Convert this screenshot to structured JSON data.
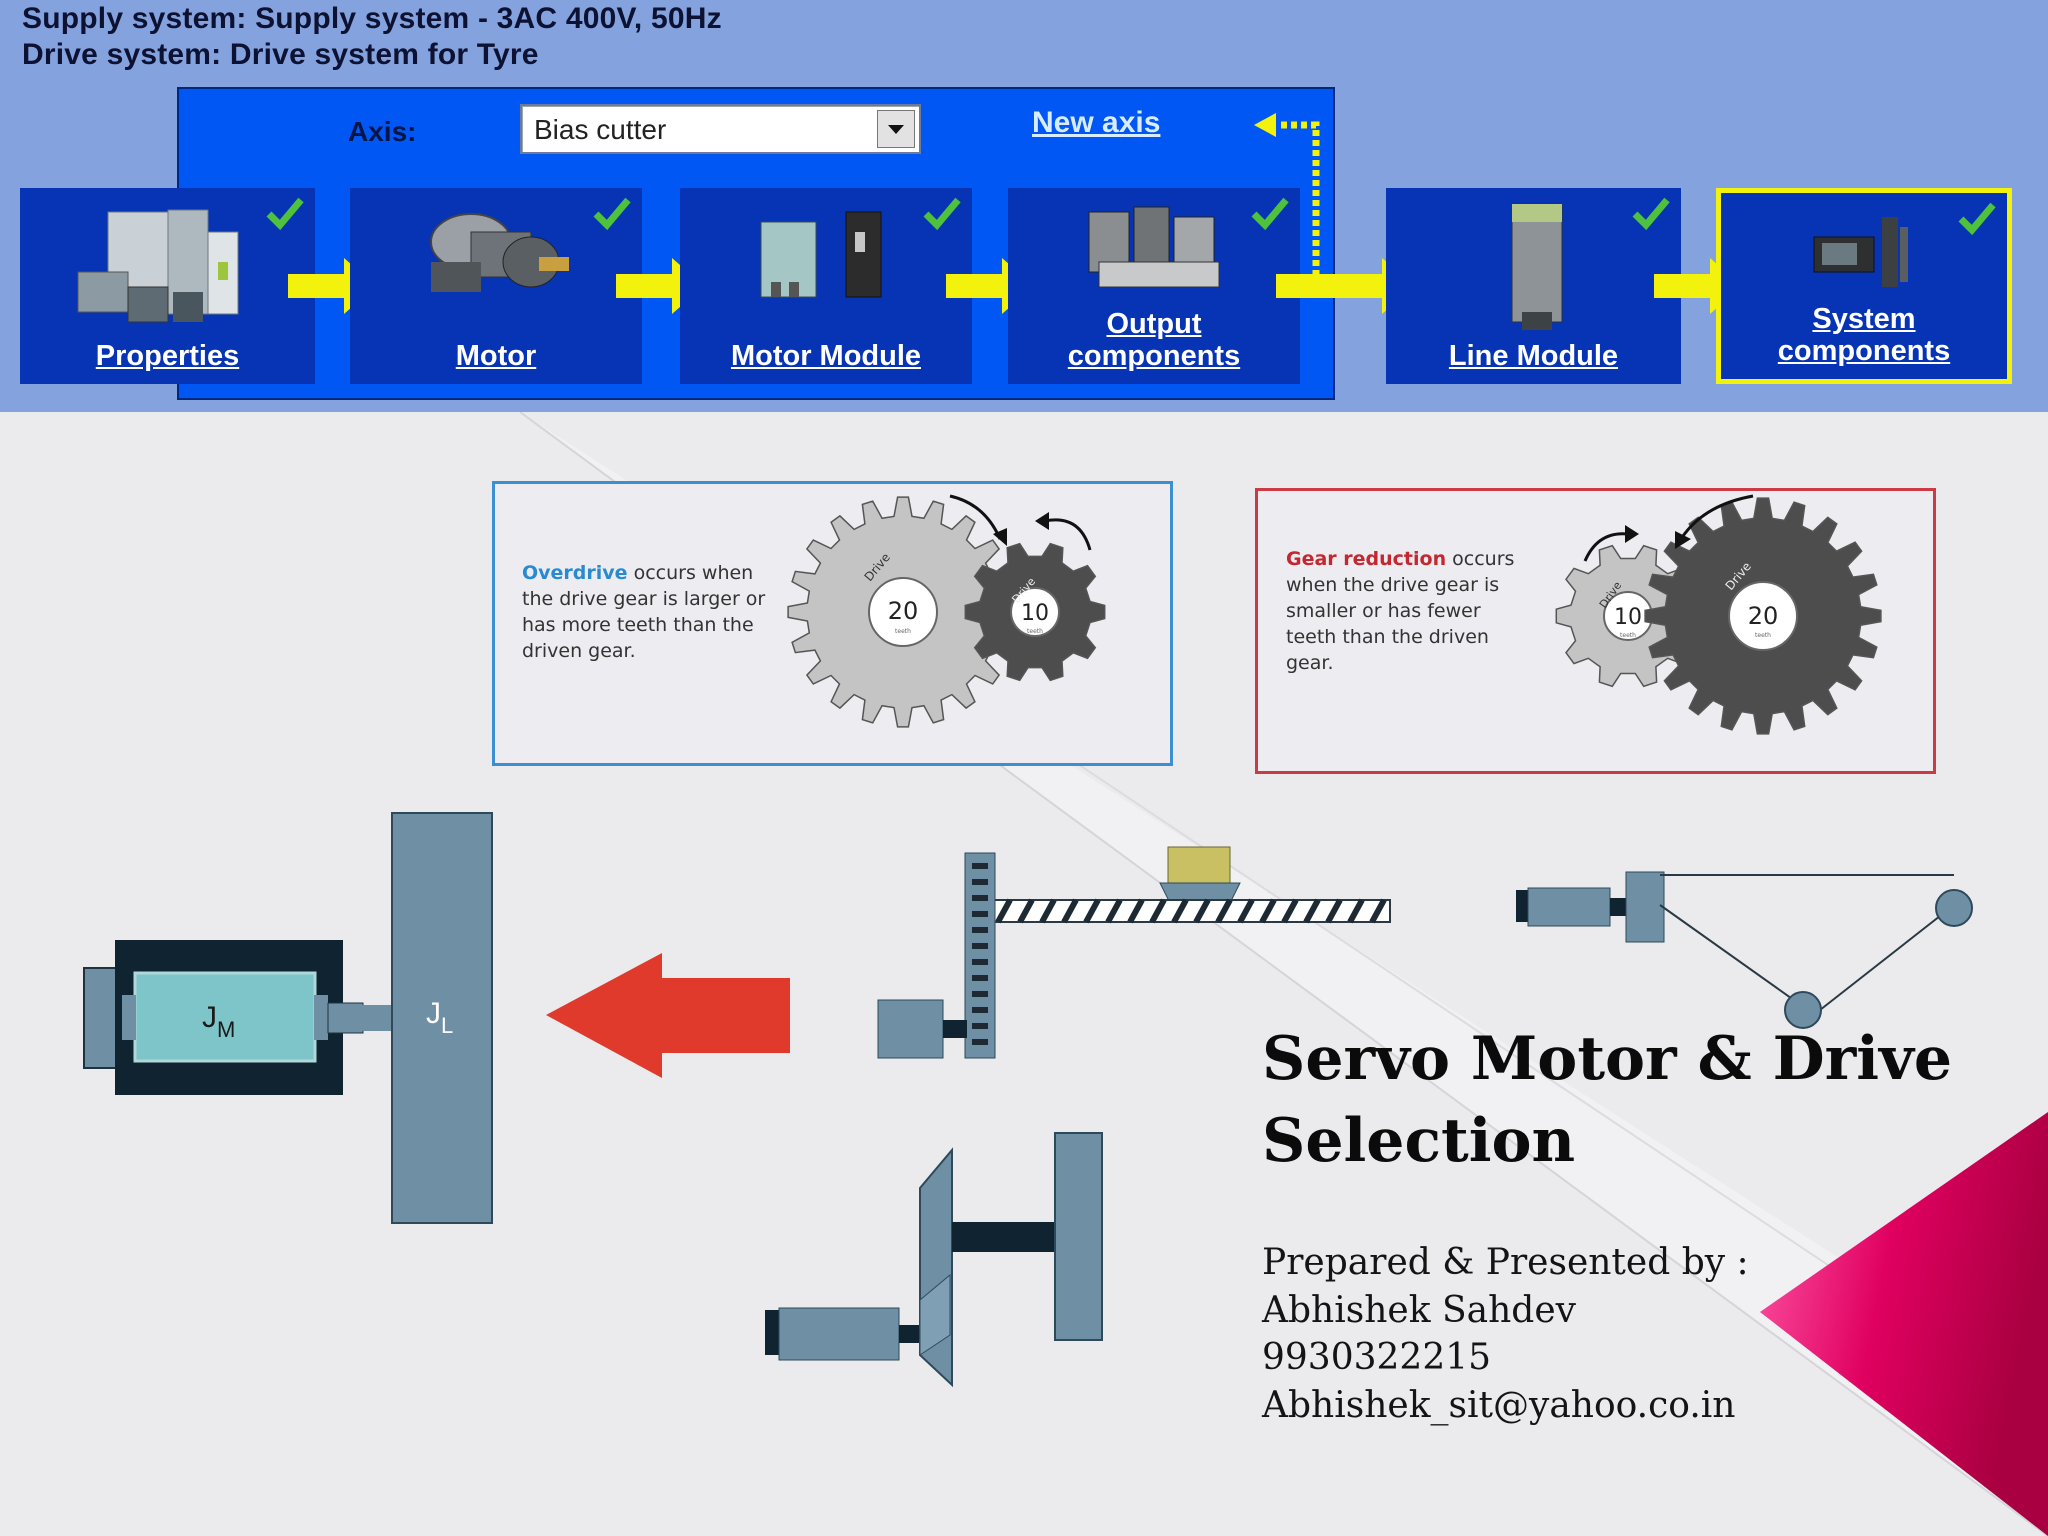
{
  "header": {
    "supply_system": "Supply system: Supply system - 3AC 400V, 50Hz",
    "drive_system": "Drive system: Drive system for Tyre"
  },
  "axis": {
    "label": "Axis:",
    "selected": "Bias cutter",
    "new_axis": "New axis"
  },
  "steps": [
    {
      "label": "Properties",
      "icon": "cabinet-icon",
      "checked": true
    },
    {
      "label": "Motor",
      "icon": "motor-icon",
      "checked": true
    },
    {
      "label": "Motor Module",
      "icon": "motor-module-icon",
      "checked": true
    },
    {
      "label": "Output components",
      "label_line1": "Output",
      "label_line2": "components",
      "icon": "output-components-icon",
      "checked": true
    },
    {
      "label": "Line Module",
      "icon": "line-module-icon",
      "checked": true
    },
    {
      "label": "System components",
      "label_line1": "System",
      "label_line2": "components",
      "icon": "system-components-icon",
      "checked": true,
      "active": true
    }
  ],
  "overdrive": {
    "keyword": "Overdrive",
    "line1_rest": " occurs when",
    "line2": "the drive gear is larger or",
    "line3": "has more teeth than the",
    "line4": "driven gear.",
    "big_gear_teeth": "20",
    "small_gear_teeth": "10",
    "gear_tag": "Drive",
    "unit": "teeth",
    "keyword_color": "#2a8ad0"
  },
  "reduction": {
    "keyword": "Gear reduction",
    "line1_rest": " occurs",
    "line2": "when the drive gear is",
    "line3": "smaller or has fewer",
    "line4": "teeth than the driven",
    "line5": "gear.",
    "small_gear_teeth": "10",
    "big_gear_teeth": "20",
    "gear_tag": "Drive",
    "unit": "teeth",
    "keyword_color": "#c4272f"
  },
  "inertia": {
    "motor_label": "J",
    "motor_sub": "M",
    "load_label": "J",
    "load_sub": "L"
  },
  "title": {
    "line1": "Servo Motor & Drive",
    "line2": "Selection"
  },
  "presenter": {
    "prepared_by": "Prepared & Presented by :",
    "name": "Abhishek Sahdev",
    "phone": "9930322215",
    "email": "Abhishek_sit@yahoo.co.in"
  },
  "colors": {
    "band_bg": "#84a2dd",
    "panel_blue": "#0057f3",
    "step_blue": "#0634b4",
    "arrow_yellow": "#f2f20c",
    "check_green": "#4ec23c",
    "machine_steel": "#6f8fa5",
    "motor_dark": "#0f2430",
    "motor_core": "#7ec5c9",
    "red_arrow": "#e03a2c",
    "magenta": "#e0005a"
  }
}
